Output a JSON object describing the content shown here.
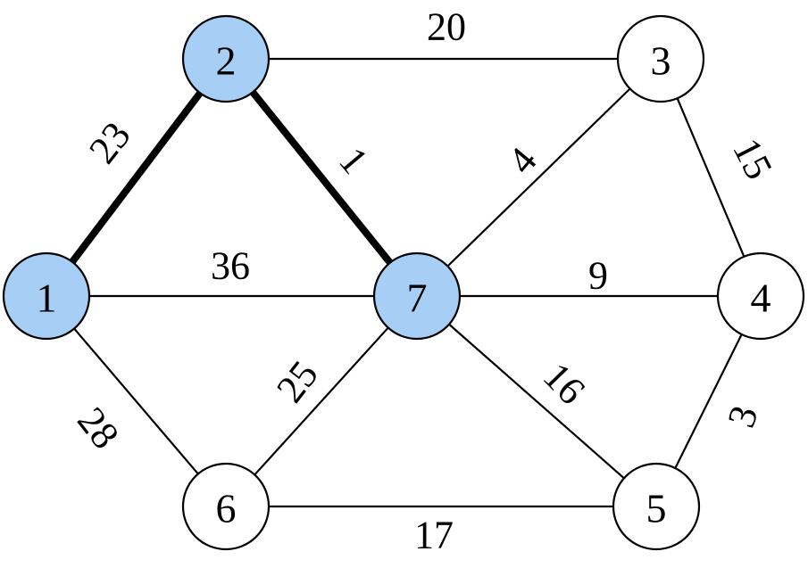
{
  "colors": {
    "highlight_fill": "#a7cff5",
    "plain_fill": "#ffffff",
    "stroke": "#000000"
  },
  "nodes": [
    {
      "id": "1",
      "label": "1",
      "highlighted": true
    },
    {
      "id": "2",
      "label": "2",
      "highlighted": true
    },
    {
      "id": "3",
      "label": "3",
      "highlighted": false
    },
    {
      "id": "4",
      "label": "4",
      "highlighted": false
    },
    {
      "id": "5",
      "label": "5",
      "highlighted": false
    },
    {
      "id": "6",
      "label": "6",
      "highlighted": false
    },
    {
      "id": "7",
      "label": "7",
      "highlighted": true
    }
  ],
  "edges": [
    {
      "from": "1",
      "to": "2",
      "weight": "23",
      "bold": true
    },
    {
      "from": "2",
      "to": "7",
      "weight": "1",
      "bold": true
    },
    {
      "from": "2",
      "to": "3",
      "weight": "20",
      "bold": false
    },
    {
      "from": "3",
      "to": "7",
      "weight": "4",
      "bold": false
    },
    {
      "from": "3",
      "to": "4",
      "weight": "15",
      "bold": false
    },
    {
      "from": "1",
      "to": "7",
      "weight": "36",
      "bold": false
    },
    {
      "from": "7",
      "to": "4",
      "weight": "9",
      "bold": false
    },
    {
      "from": "1",
      "to": "6",
      "weight": "28",
      "bold": false
    },
    {
      "from": "6",
      "to": "7",
      "weight": "25",
      "bold": false
    },
    {
      "from": "7",
      "to": "5",
      "weight": "16",
      "bold": false
    },
    {
      "from": "4",
      "to": "5",
      "weight": "3",
      "bold": false
    },
    {
      "from": "6",
      "to": "5",
      "weight": "17",
      "bold": false
    }
  ]
}
